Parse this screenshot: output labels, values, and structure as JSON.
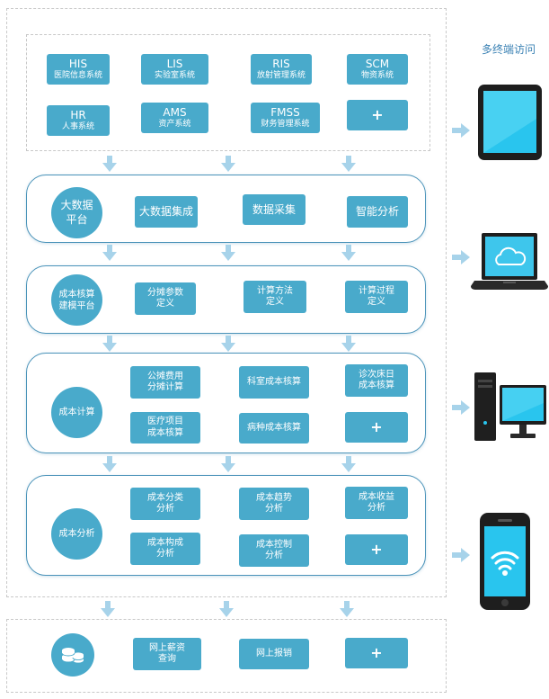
{
  "title": "多终端访问",
  "systems": [
    {
      "line1": "HIS",
      "line2": "医院信息系统"
    },
    {
      "line1": "LIS",
      "line2": "实验室系统"
    },
    {
      "line1": "RIS",
      "line2": "放射管理系统"
    },
    {
      "line1": "SCM",
      "line2": "物资系统"
    },
    {
      "line1": "HR",
      "line2": "人事系统"
    },
    {
      "line1": "AMS",
      "line2": "资产系统"
    },
    {
      "line1": "FMSS",
      "line2": "财务管理系统"
    },
    {
      "line1": "+",
      "line2": ""
    }
  ],
  "bigdata": {
    "label_l1": "大数据",
    "label_l2": "平台",
    "items": [
      "大数据集成",
      "数据采集",
      "智能分析"
    ]
  },
  "modeling": {
    "label_l1": "成本核算",
    "label_l2": "建模平台",
    "items": [
      {
        "l1": "分摊参数",
        "l2": "定义"
      },
      {
        "l1": "计算方法",
        "l2": "定义"
      },
      {
        "l1": "计算过程",
        "l2": "定义"
      }
    ]
  },
  "calc": {
    "label": "成本计算",
    "items": [
      {
        "l1": "公摊费用",
        "l2": "分摊计算"
      },
      {
        "l1": "科室成本核算",
        "l2": ""
      },
      {
        "l1": "诊次床日",
        "l2": "成本核算"
      },
      {
        "l1": "医疗项目",
        "l2": "成本核算"
      },
      {
        "l1": "病种成本核算",
        "l2": ""
      },
      {
        "l1": "+",
        "l2": ""
      }
    ]
  },
  "analysis": {
    "label": "成本分析",
    "items": [
      {
        "l1": "成本分类",
        "l2": "分析"
      },
      {
        "l1": "成本趋势",
        "l2": "分析"
      },
      {
        "l1": "成本收益",
        "l2": "分析"
      },
      {
        "l1": "成本构成",
        "l2": "分析"
      },
      {
        "l1": "成本控制",
        "l2": "分析"
      },
      {
        "l1": "+",
        "l2": ""
      }
    ]
  },
  "bottom": {
    "icon": "coins-icon",
    "items": [
      {
        "l1": "网上薪资",
        "l2": "查询"
      },
      {
        "l1": "网上报销",
        "l2": ""
      },
      {
        "l1": "+",
        "l2": ""
      }
    ]
  },
  "devices": [
    "tablet-icon",
    "laptop-cloud-icon",
    "desktop-computer-icon",
    "smartphone-wifi-icon"
  ],
  "colors": {
    "button": "#49aacb",
    "border": "#4a93b9",
    "arrow": "#a7d3ea",
    "title": "#3b82b4"
  }
}
